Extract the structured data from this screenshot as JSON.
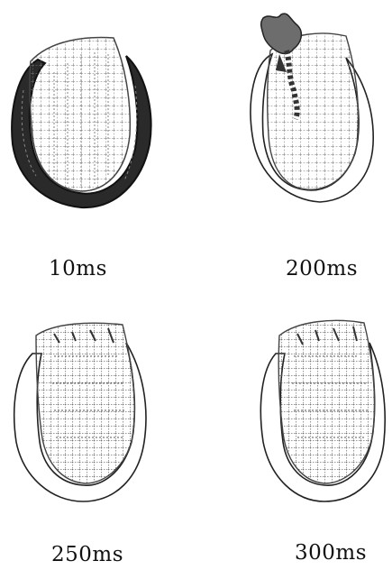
{
  "figure": {
    "panels": [
      {
        "label": "10ms"
      },
      {
        "label": "200ms"
      },
      {
        "label": "250ms"
      },
      {
        "label": "300ms"
      }
    ]
  }
}
